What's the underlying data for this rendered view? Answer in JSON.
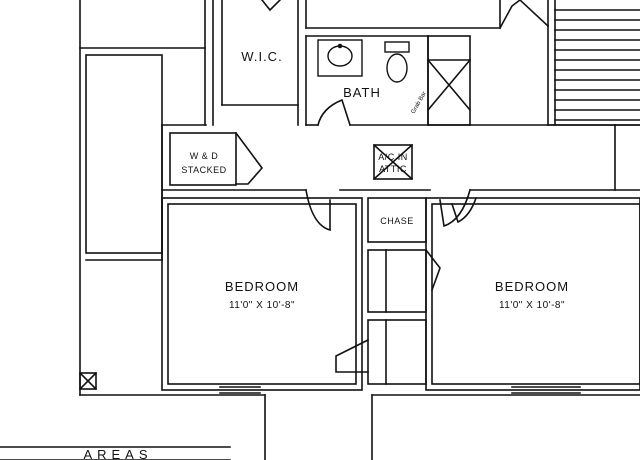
{
  "rooms": {
    "wic": "W.I.C.",
    "bath": "BATH",
    "wd_line1": "W & D",
    "wd_line2": "STACKED",
    "ac_line1": "A/C IN",
    "ac_line2": "ATTIC",
    "chase": "CHASE",
    "bedroom_left": {
      "name": "BEDROOM",
      "dims": "11'0\" X 10'-8\""
    },
    "bedroom_right": {
      "name": "BEDROOM",
      "dims": "11'0\" X 10'-8\""
    }
  },
  "fixtures": {
    "shower_note": "Grab Bar"
  },
  "areas_heading": "AREAS"
}
